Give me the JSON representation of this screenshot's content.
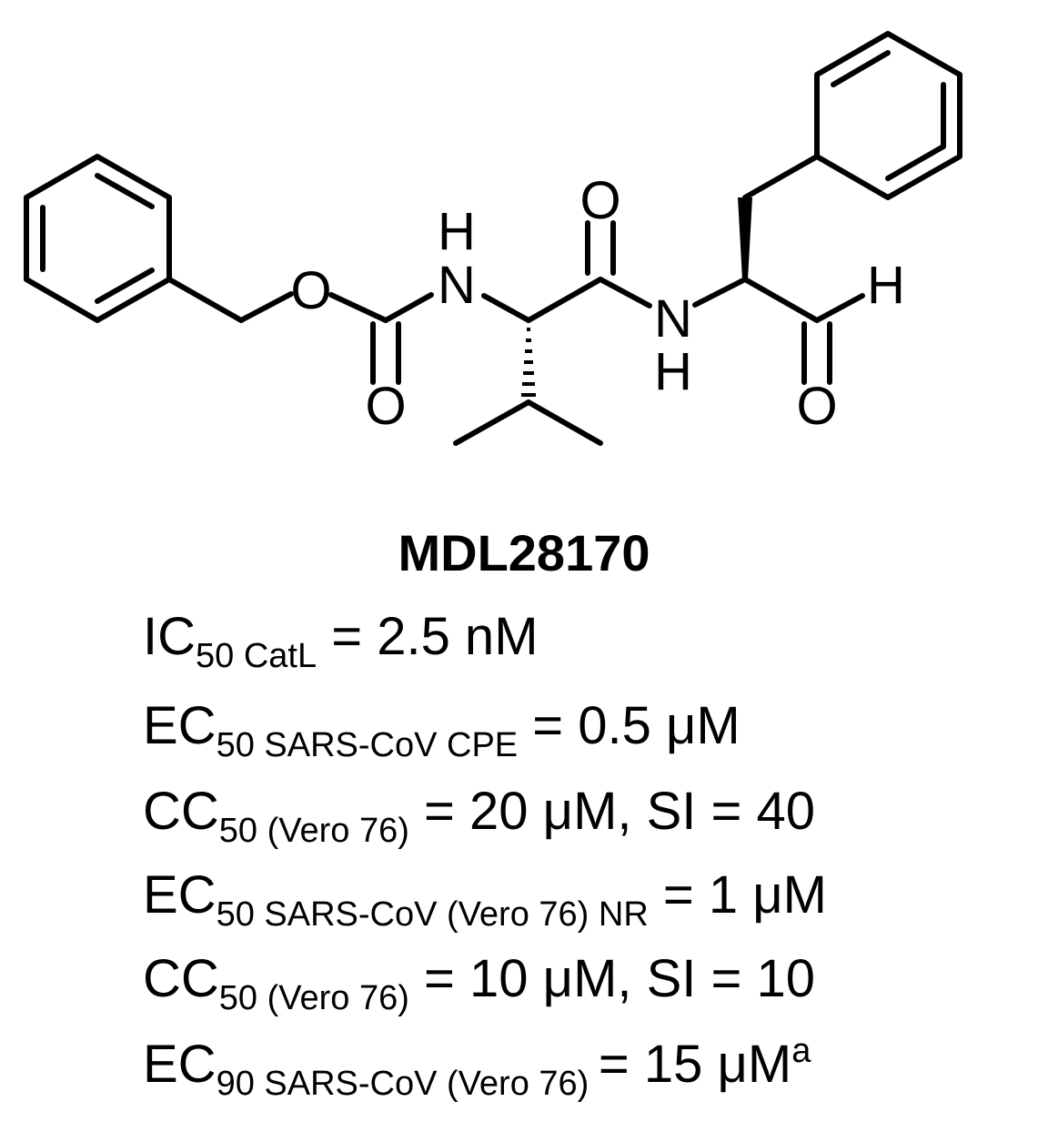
{
  "structure": {
    "atoms": {
      "carbamate_o": "O",
      "carbonyl_o1": "O",
      "nh1_n": "N",
      "nh1_h": "H",
      "amide_o": "O",
      "nh2_n": "N",
      "nh2_h": "H",
      "aldehyde_h": "H",
      "aldehyde_o": "O"
    }
  },
  "compound": {
    "name": "MDL28170"
  },
  "activity": [
    {
      "main": "IC",
      "sub": "50 CatL",
      "value": " = 2.5 nM",
      "sup": ""
    },
    {
      "main": "EC",
      "sub": "50 SARS-CoV CPE",
      "value": " = 0.5 μM",
      "sup": ""
    },
    {
      "main": "CC",
      "sub": "50  (Vero 76)",
      "value": " = 20 μM, SI = 40",
      "sup": ""
    },
    {
      "main": "EC",
      "sub": "50 SARS-CoV (Vero 76) NR",
      "value": " = 1 μM",
      "sup": ""
    },
    {
      "main": "CC",
      "sub": "50 (Vero 76)",
      "value": " = 10 μM, SI = 10",
      "sup": ""
    },
    {
      "main": "EC",
      "sub": "90 SARS-CoV (Vero 76) ",
      "value": " = 15 μM",
      "sup": "a"
    }
  ]
}
